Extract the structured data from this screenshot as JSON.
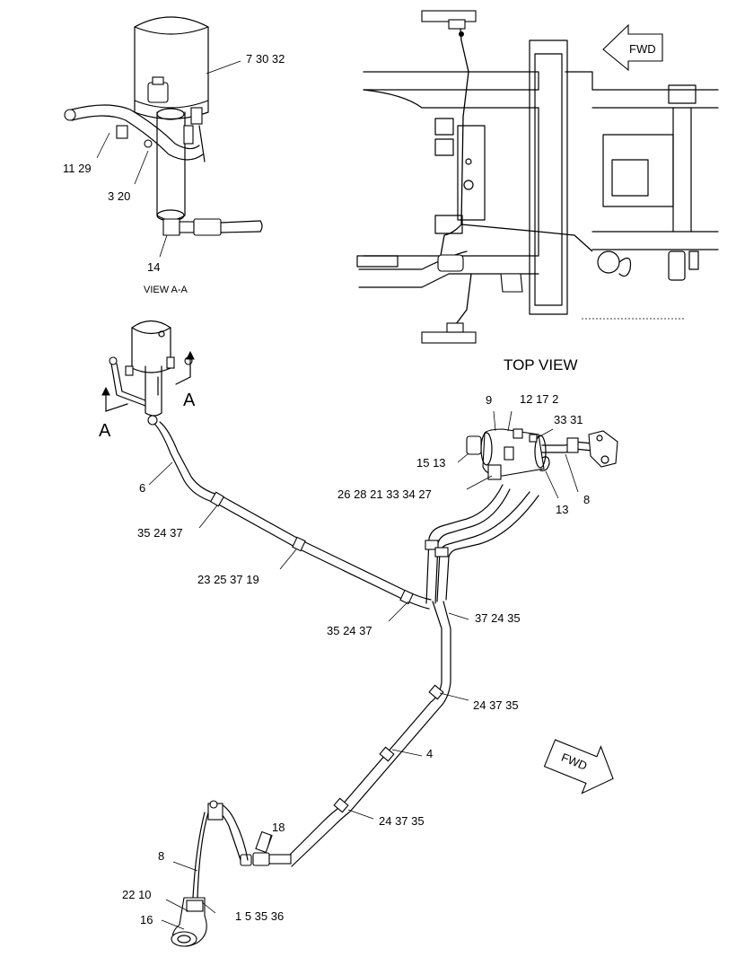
{
  "view_labels": {
    "view_a_a": "VIEW A-A",
    "top_view": "TOP VIEW",
    "section_a_left": "A",
    "section_a_right": "A"
  },
  "arrows": {
    "fwd_top": "FWD",
    "fwd_bottom": "FWD"
  },
  "callouts": {
    "c_7_30_32": "7  30  32",
    "c_11_29": "11  29",
    "c_3_20": "3  20",
    "c_14": "14",
    "c_9": "9",
    "c_12_17_2": "12  17  2",
    "c_33_31": "33  31",
    "c_15_13": "15  13",
    "c_26_28": "26  28  21  33  34  27",
    "c_13_right": "13",
    "c_8_right": "8",
    "c_6": "6",
    "c_35_24_37_a": "35  24  37",
    "c_23_25_37_19": "23  25  37  19",
    "c_35_24_37_b": "35  24  37",
    "c_37_24_35": "37  24  35",
    "c_24_37_35_a": "24  37  35",
    "c_4": "4",
    "c_24_37_35_b": "24  37  35",
    "c_18": "18",
    "c_8_left": "8",
    "c_22_10": "22  10",
    "c_16": "16",
    "c_1_5_35_36": "1  5  35  36"
  }
}
